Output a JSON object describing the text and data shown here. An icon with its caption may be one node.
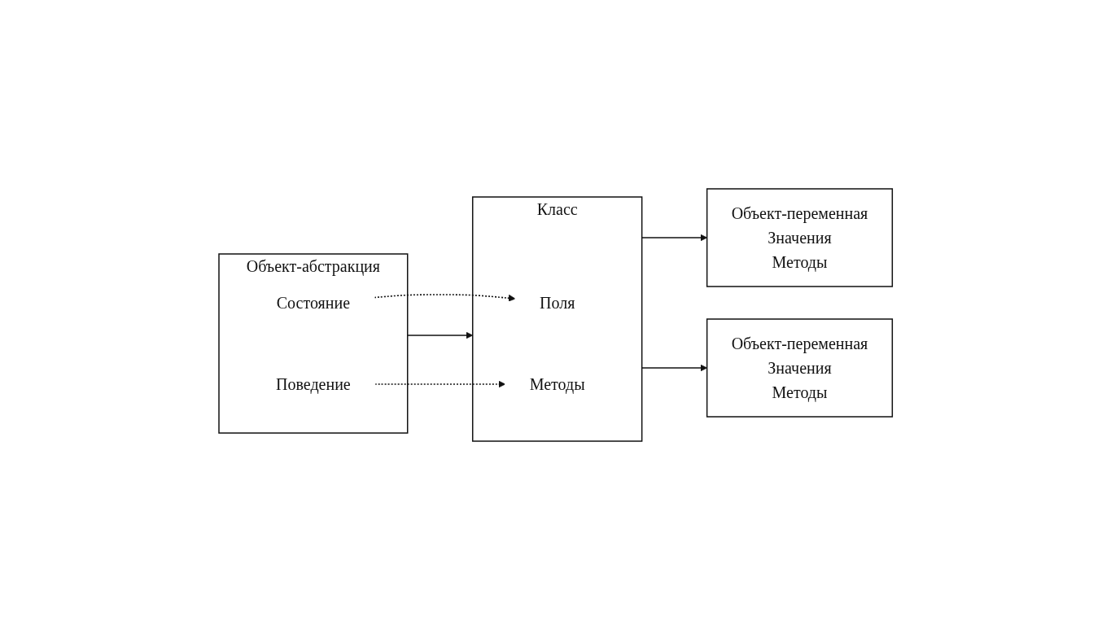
{
  "diagram": {
    "nodes": [
      {
        "text": [
          "Объект-абстракция"
        ]
      },
      {
        "text": [
          "Состояние"
        ],
        "in": 0
      },
      {
        "text": [
          "Поведение"
        ],
        "in": 0
      },
      {
        "text": [
          "Класс"
        ]
      },
      {
        "text": [
          "Поля"
        ],
        "in": 3
      },
      {
        "text": [
          "Методы"
        ],
        "in": 3
      },
      {
        "text": [
          "Объект-переменная",
          "Значения",
          "Методы"
        ]
      },
      {
        "text": [
          "Объект-переменная",
          "Значения",
          "Методы"
        ]
      }
    ],
    "edges": [
      {
        "from": 1,
        "to": 4,
        "arrow": "to",
        "style": "dashed"
      },
      {
        "from": 0,
        "to": 3,
        "arrow": "to"
      },
      {
        "from": 2,
        "to": 5,
        "arrow": "to",
        "style": "dashed"
      },
      {
        "from": 3,
        "to": 6,
        "arrow": "to"
      },
      {
        "from": 3,
        "to": 7,
        "arrow": "to"
      }
    ]
  }
}
